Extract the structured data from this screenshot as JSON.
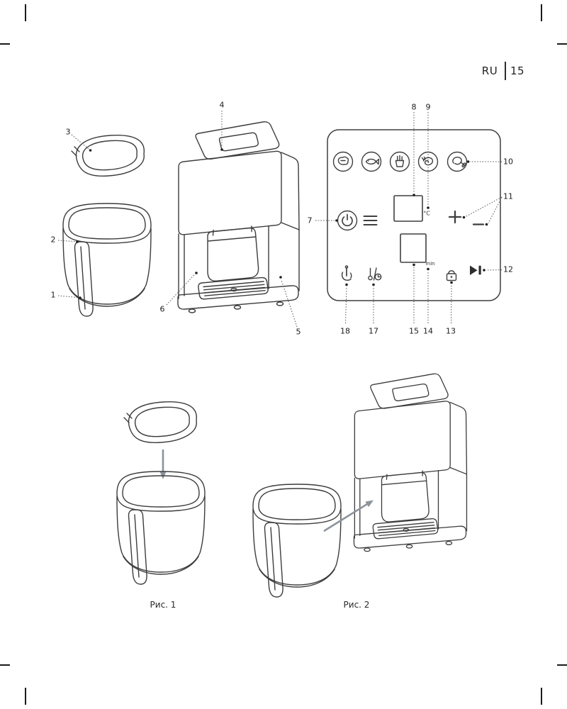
{
  "page": {
    "language": "RU",
    "number": "15"
  },
  "figures": {
    "fig1": "Рис. 1",
    "fig2": "Рис. 2"
  },
  "callouts": {
    "c1": "1",
    "c2": "2",
    "c3": "3",
    "c4": "4",
    "c5": "5",
    "c6": "6",
    "c7": "7",
    "c8": "8",
    "c9": "9",
    "c10": "10",
    "c11": "11",
    "c12": "12",
    "c13": "13",
    "c14": "14",
    "c15": "15",
    "c17": "17",
    "c18": "18"
  },
  "panel": {
    "temp_unit": "°C",
    "time_unit": "min",
    "program_icons": [
      "meat-icon",
      "fish-icon",
      "fries-icon",
      "shrimp-icon",
      "drumstick-icon"
    ],
    "control_icons": [
      "power-icon",
      "menu-icon",
      "plus-icon",
      "minus-icon",
      "touch-icon",
      "temp-time-icon",
      "lock-icon",
      "start-pause-icon"
    ],
    "line_color": "#3c3c3c"
  }
}
